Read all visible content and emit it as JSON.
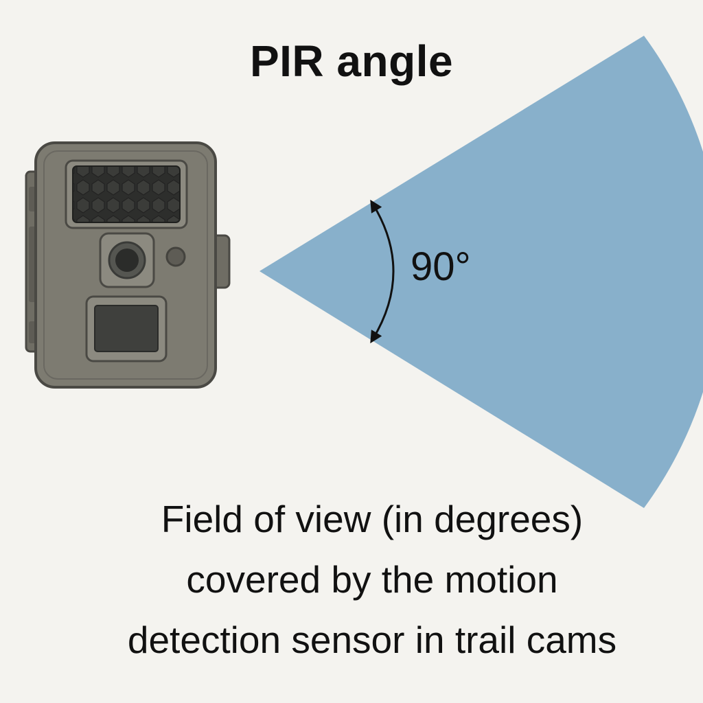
{
  "title": "PIR angle",
  "angle_label": "90°",
  "caption_lines": [
    "Field of view (in degrees)",
    "covered by the motion",
    "detection sensor in trail cams"
  ],
  "colors": {
    "background": "#f4f3ef",
    "fov_cone": "#88b0cb",
    "camera_body": "#7d7b71",
    "camera_dark": "#3a3b38"
  },
  "icons": [
    "trail-camera-icon",
    "double-arrow-icon"
  ]
}
